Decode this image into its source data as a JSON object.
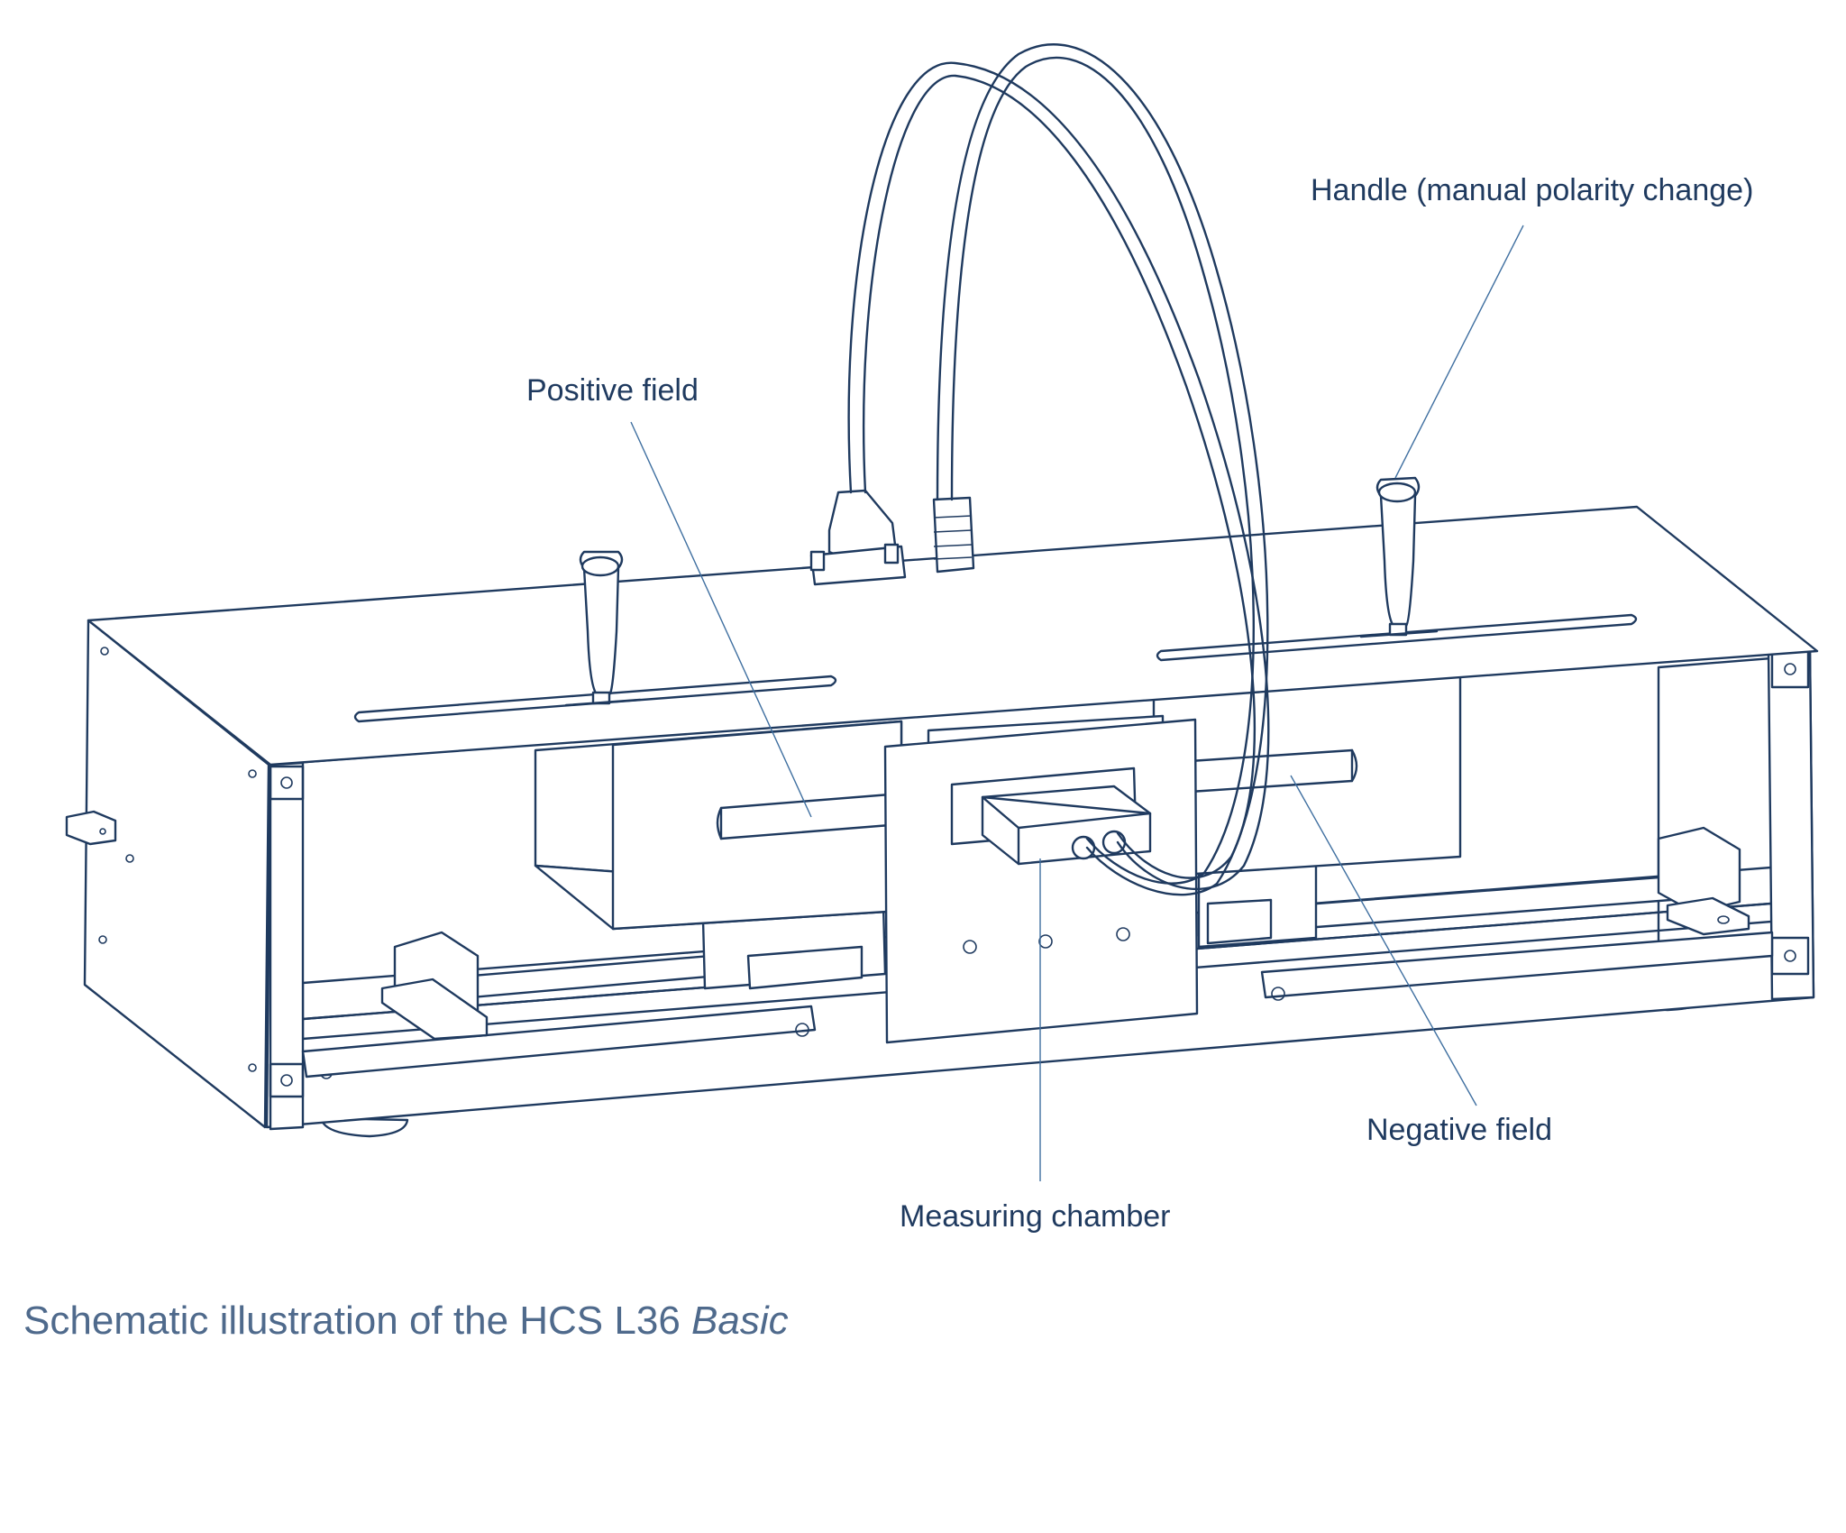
{
  "labels": {
    "handle": "Handle (manual polarity change)",
    "positive_field": "Positive field",
    "negative_field": "Negative field",
    "measuring_chamber": "Measuring chamber"
  },
  "caption": {
    "text": "Schematic illustration of the HCS L36",
    "emphasis": "Basic"
  },
  "colors": {
    "line": "#1f3a5f",
    "leader": "#3f6fa0",
    "caption": "#4f6a8c"
  }
}
